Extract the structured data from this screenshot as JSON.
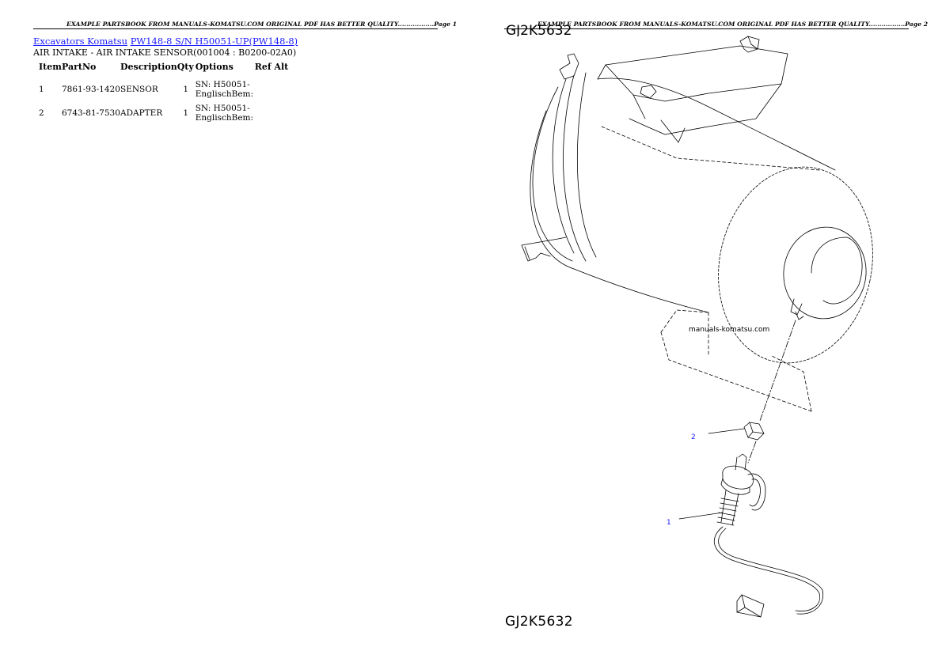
{
  "pages": [
    {
      "header": "EXAMPLE PARTSBOOK FROM MANUALS-KOMATSU.COM ORIGINAL PDF HAS BETTER QUALITY.................Page 1"
    },
    {
      "header": "EXAMPLE PARTSBOOK FROM MANUALS-KOMATSU.COM ORIGINAL PDF HAS BETTER QUALITY.................Page 2"
    }
  ],
  "breadcrumb": {
    "link1": "Excavators Komatsu",
    "link2": "PW148-8 S/N H50051-UP(PW148-8)"
  },
  "subtitle": "AIR INTAKE - AIR INTAKE SENSOR(001004 : B0200-02A0)",
  "table": {
    "headers": {
      "item": "Item",
      "partno": "PartNo",
      "description": "Description",
      "qty": "Qty",
      "options": "Options",
      "refalt": "Ref Alt"
    },
    "rows": [
      {
        "item": "1",
        "partno": "7861-93-1420",
        "description": "SENSOR",
        "qty": "1",
        "options_line1": "SN: H50051-",
        "options_line2": "EnglischBem:"
      },
      {
        "item": "2",
        "partno": "6743-81-7530",
        "description": "ADAPTER",
        "qty": "1",
        "options_line1": "SN: H50051-",
        "options_line2": "EnglischBem:"
      }
    ]
  },
  "diagram": {
    "watermark": "manuals-komatsu.com",
    "callout_1": "1",
    "callout_2": "2",
    "figure_id": "GJ2K5632"
  }
}
